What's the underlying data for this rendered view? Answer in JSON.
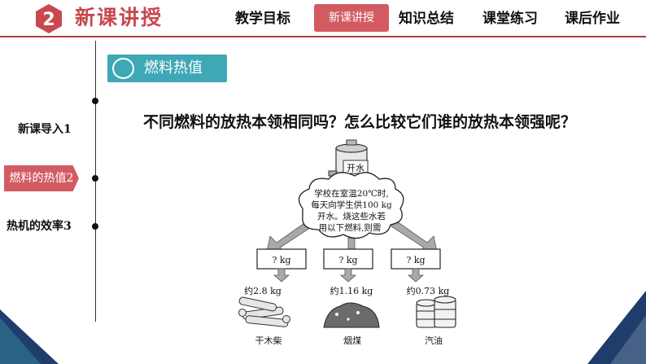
{
  "header": {
    "badge_number": "2",
    "title": "新课讲授"
  },
  "nav": {
    "items": [
      "教学目标",
      "新课讲授",
      "知识总结",
      "课堂练习",
      "课后作业"
    ],
    "active_index": 1
  },
  "sidebar": {
    "items": [
      "新课导入1",
      "燃料的热值2",
      "热机的效率3"
    ],
    "active_index": 1
  },
  "section": {
    "label": "燃料热值"
  },
  "question": "不同燃料的放热本领相同吗？怎么比较它们谁的放热本领强呢？",
  "diagram": {
    "tank_label": "开水",
    "cloud_lines": [
      "学校在室温20℃时,",
      "每天向学生供100 kg",
      "开水。烧这些水若",
      "用以下燃料,则需"
    ],
    "boxes": [
      "?  kg",
      "?  kg",
      "?  kg"
    ],
    "amounts": [
      "约2.8 kg",
      "约1.16 kg",
      "约0.73 kg"
    ],
    "fuels": [
      "干木柴",
      "烟煤",
      "汽油"
    ]
  },
  "colors": {
    "accent_red": "#d25b62",
    "title_red": "#c8484f",
    "teal": "#3fa8b5",
    "navy": "#1f3d6b"
  }
}
